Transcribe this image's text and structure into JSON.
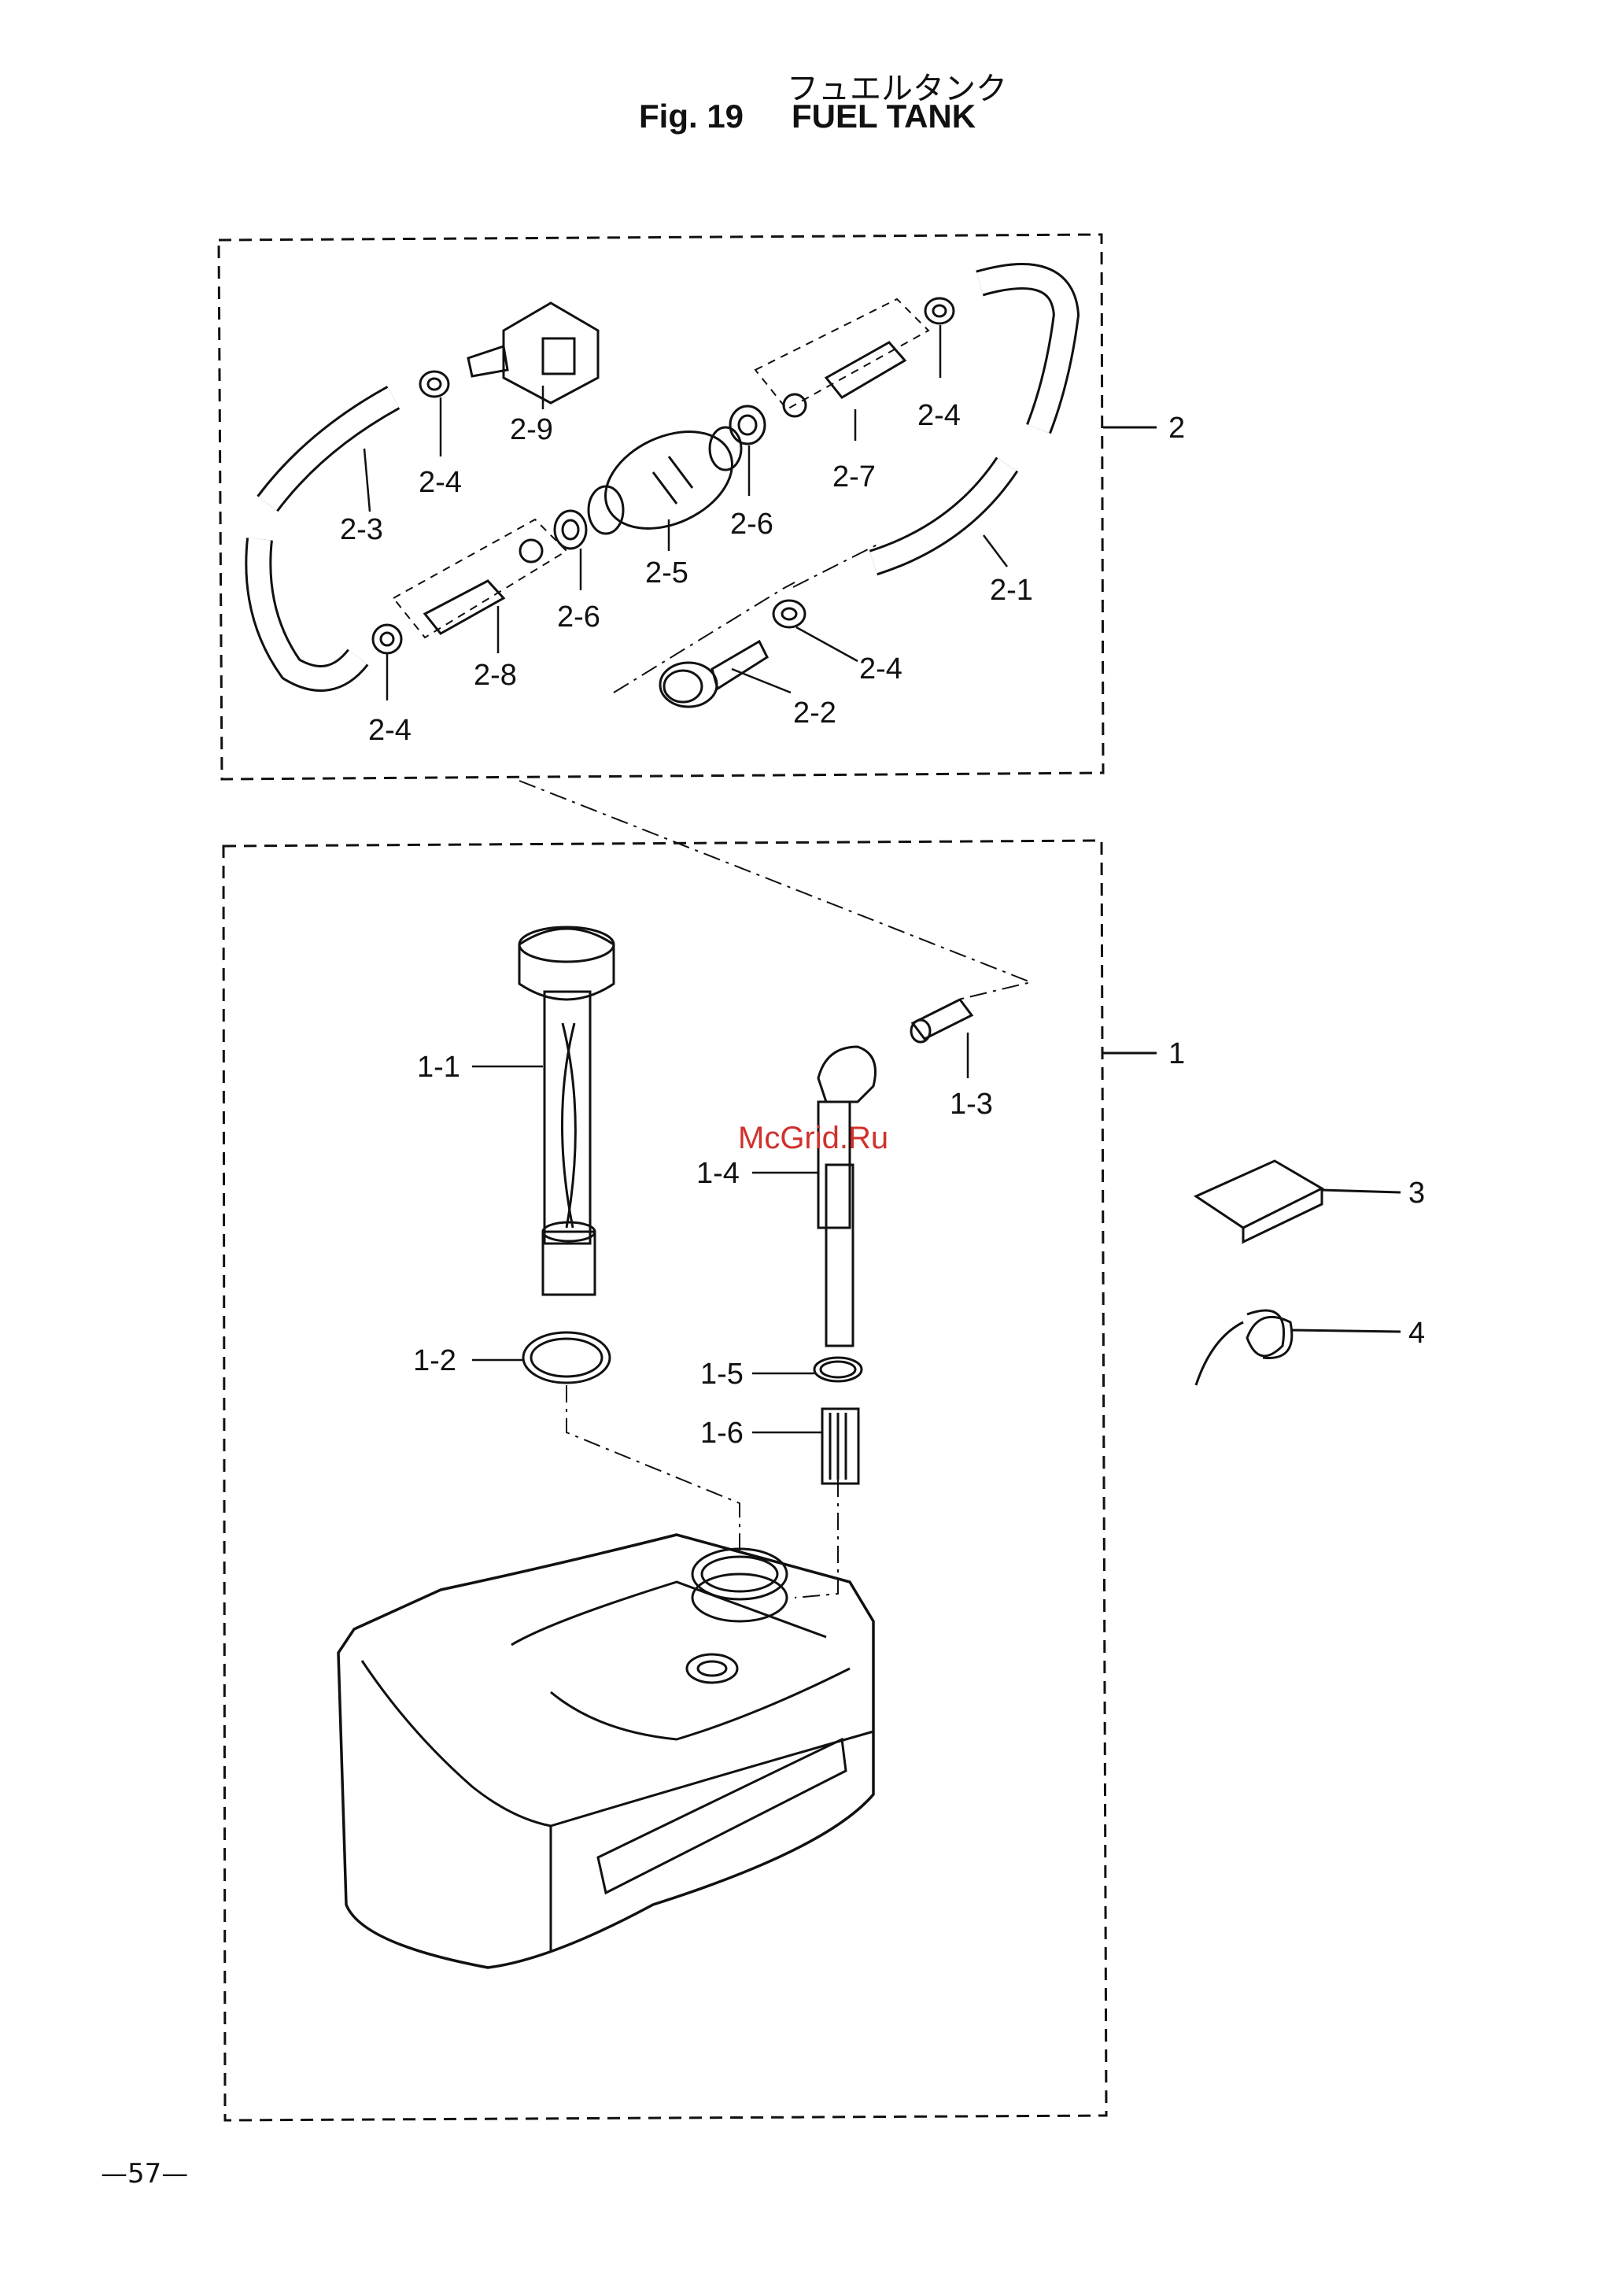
{
  "title": {
    "japanese": "フュエルタンク",
    "figure": "Fig. 19",
    "name": "FUEL TANK"
  },
  "page_number": "—57—",
  "watermark": "McGrid.Ru",
  "callouts": {
    "c1": "1",
    "c1_1": "1-1",
    "c1_2": "1-2",
    "c1_3": "1-3",
    "c1_4": "1-4",
    "c1_5": "1-5",
    "c1_6": "1-6",
    "c2": "2",
    "c2_1": "2-1",
    "c2_2": "2-2",
    "c2_3": "2-3",
    "c2_4a": "2-4",
    "c2_4b": "2-4",
    "c2_4c": "2-4",
    "c2_4d": "2-4",
    "c2_5": "2-5",
    "c2_6a": "2-6",
    "c2_6b": "2-6",
    "c2_7": "2-7",
    "c2_8": "2-8",
    "c2_9": "2-9",
    "c3": "3",
    "c4": "4"
  }
}
